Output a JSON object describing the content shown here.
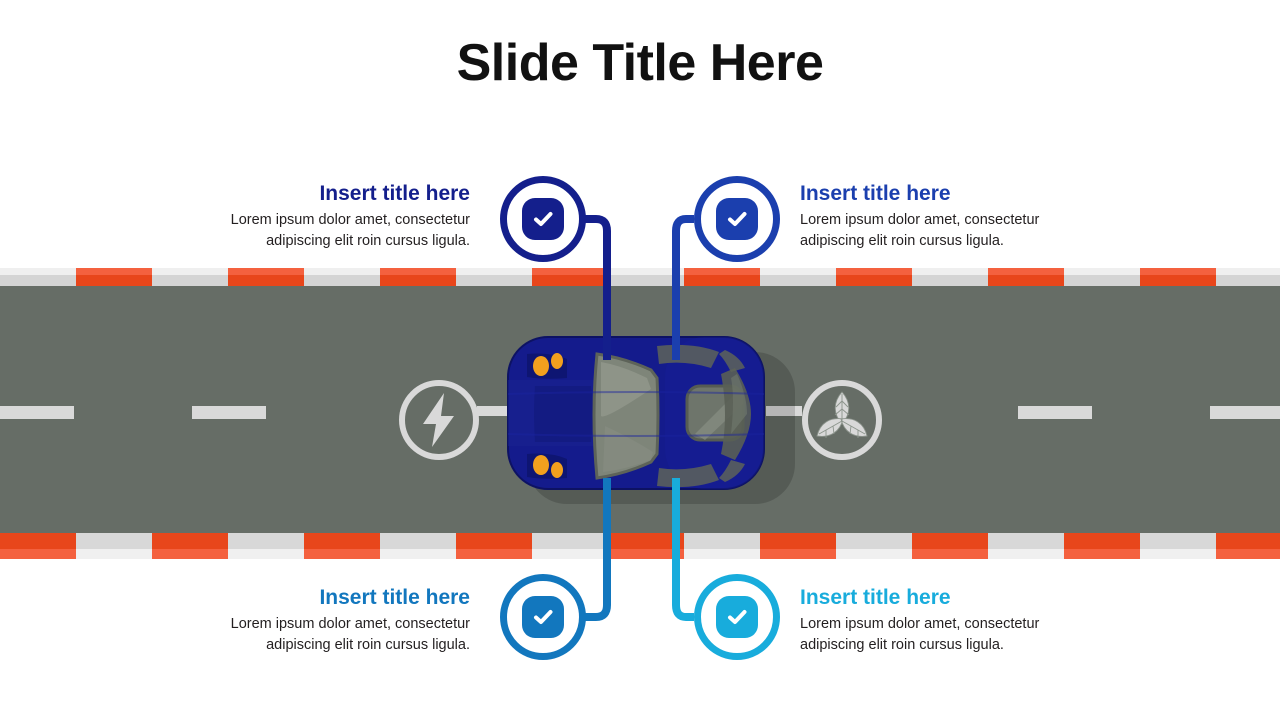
{
  "slide": {
    "title": "Slide Title Here"
  },
  "colors": {
    "navy": "#141F8C",
    "blue": "#1B3FAE",
    "medium_blue": "#1277BE",
    "cyan": "#18ACDC",
    "road": "#666D66",
    "barrier_orange": "#E8461B",
    "barrier_orange_light": "#F4613F",
    "barrier_grey": "#D8D8D8",
    "lane_dash": "#D9D9D9",
    "car_body": "#141B8C",
    "car_glass": "#7E8579",
    "headlight": "#F2A01E",
    "body_text": "#231F20",
    "title_text": "#111111"
  },
  "items": [
    {
      "id": "top-left",
      "title": "Insert title here",
      "body": "Lorem ipsum dolor amet, consectetur adipiscing elit roin cursus ligula.",
      "color": "#141F8C",
      "icon": "check-circle-icon"
    },
    {
      "id": "top-right",
      "title": "Insert title here",
      "body": "Lorem ipsum dolor amet, consectetur adipiscing elit roin cursus ligula.",
      "color": "#1B3FAE",
      "icon": "check-circle-icon"
    },
    {
      "id": "bottom-left",
      "title": "Insert title here",
      "body": "Lorem ipsum dolor amet, consectetur adipiscing elit roin cursus ligula.",
      "color": "#1277BE",
      "icon": "check-circle-icon"
    },
    {
      "id": "bottom-right",
      "title": "Insert title here",
      "body": "Lorem ipsum dolor amet, consectetur adipiscing elit roin cursus ligula.",
      "color": "#18ACDC",
      "icon": "check-circle-icon"
    }
  ],
  "side_icons": [
    {
      "id": "left",
      "icon": "lightning-bolt-icon",
      "color": "#D9D9D9"
    },
    {
      "id": "right",
      "icon": "eco-leaf-icon",
      "color": "#D9D9D9"
    }
  ],
  "illustration": {
    "vehicle": "car-top-view",
    "scene": "road-with-barriers"
  }
}
